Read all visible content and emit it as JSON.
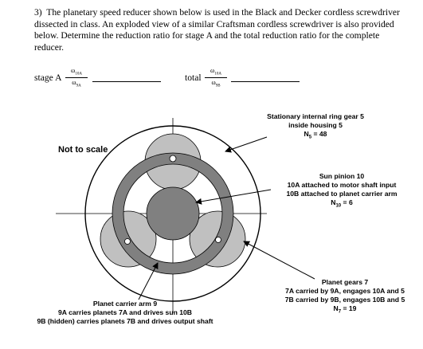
{
  "question": {
    "number": "3)",
    "text": "The planetary speed reducer shown below is used in the Black and Decker cordless screwdriver dissected in class.  An exploded view of a similar Craftsman cordless screwdriver is also provided below.  Determine the reduction ratio for stage A and the total reduction ratio for the complete reducer."
  },
  "stage_a": {
    "label": "stage A",
    "numerator": "ω",
    "numerator_sub": "10A",
    "denominator": "ω",
    "denominator_sub": "9A"
  },
  "total": {
    "label": "total",
    "numerator": "ω",
    "numerator_sub": "10A",
    "denominator": "ω",
    "denominator_sub": "9B"
  },
  "diagram": {
    "not_to_scale": "Not to scale",
    "ring_gear": {
      "line1": "Stationary internal ring gear 5",
      "line2": "inside housing 5",
      "line3_prefix": "N",
      "line3_sub": "5",
      "line3_suffix": " = 48"
    },
    "sun_pinion": {
      "line1": "Sun pinion 10",
      "line2": "10A attached to motor shaft input",
      "line3": "10B attached to planet carrier arm",
      "line4_prefix": "N",
      "line4_sub": "10",
      "line4_suffix": " = 6"
    },
    "planet_gears": {
      "line1": "Planet gears 7",
      "line2": "7A carried by 9A, engages 10A and 5",
      "line3": "7B carried by 9B, engages 10B and 5",
      "line4_prefix": "N",
      "line4_sub": "7",
      "line4_suffix": " = 19"
    },
    "carrier": {
      "line1": "Planet carrier arm 9",
      "line2": "9A carries planets 7A and drives sun 10B",
      "line3": "9B (hidden) carries planets 7B and drives output shaft"
    },
    "colors": {
      "planet_fill": "#c0c0c0",
      "carrier_fill": "#808080",
      "sun_fill": "#808080"
    }
  }
}
